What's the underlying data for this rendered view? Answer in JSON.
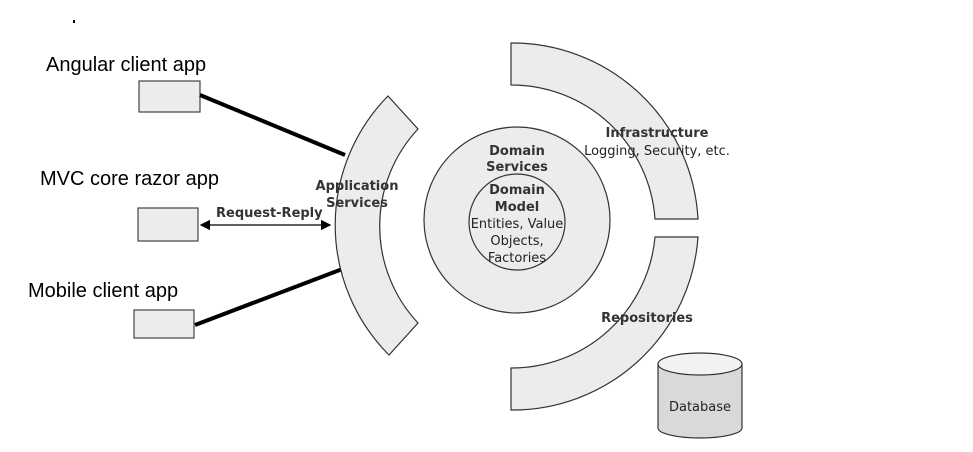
{
  "clients": [
    {
      "label": "Angular client app"
    },
    {
      "label": "MVC core razor app"
    },
    {
      "label": "Mobile client app"
    }
  ],
  "connector": {
    "label": "Request-Reply"
  },
  "application_services": {
    "line1": "Application",
    "line2": "Services"
  },
  "domain_services": {
    "line1": "Domain",
    "line2": "Services"
  },
  "domain_model": {
    "line1": "Domain",
    "line2": "Model",
    "line3": "Entities, Value",
    "line4": "Objects,",
    "line5": "Factories"
  },
  "infrastructure": {
    "title": "Infrastructure",
    "subtitle": "Logging, Security, etc."
  },
  "repositories": {
    "label": "Repositories"
  },
  "database": {
    "label": "Database"
  },
  "colors": {
    "fill": "#ececec",
    "stroke": "#333333"
  }
}
